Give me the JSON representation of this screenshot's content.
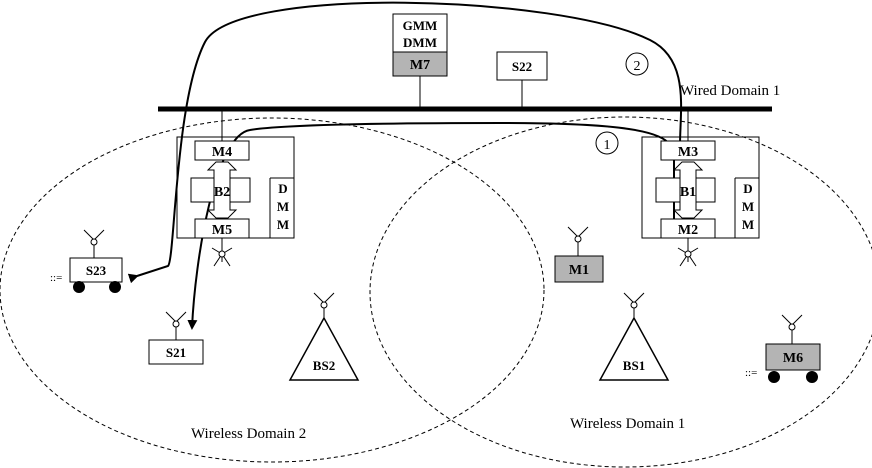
{
  "labels": {
    "wired_domain": "Wired Domain 1",
    "wireless_domain_1": "Wireless Domain 1",
    "wireless_domain_2": "Wireless Domain 2",
    "path_1": "1",
    "path_2": "2"
  },
  "nodes": {
    "gmm": "GMM",
    "dmm_top": "DMM",
    "m7": "M7",
    "s22": "S22",
    "m4": "M4",
    "b2": "B2",
    "m5": "M5",
    "m3": "M3",
    "b1": "B1",
    "m2": "M2",
    "dmm_letters": [
      "D",
      "M",
      "M"
    ],
    "s23": "S23",
    "s21": "S21",
    "m1": "M1",
    "m6": "M6",
    "bs1": "BS1",
    "bs2": "BS2"
  },
  "colors": {
    "shaded_node": "#b4b4b4",
    "line": "#000000"
  }
}
